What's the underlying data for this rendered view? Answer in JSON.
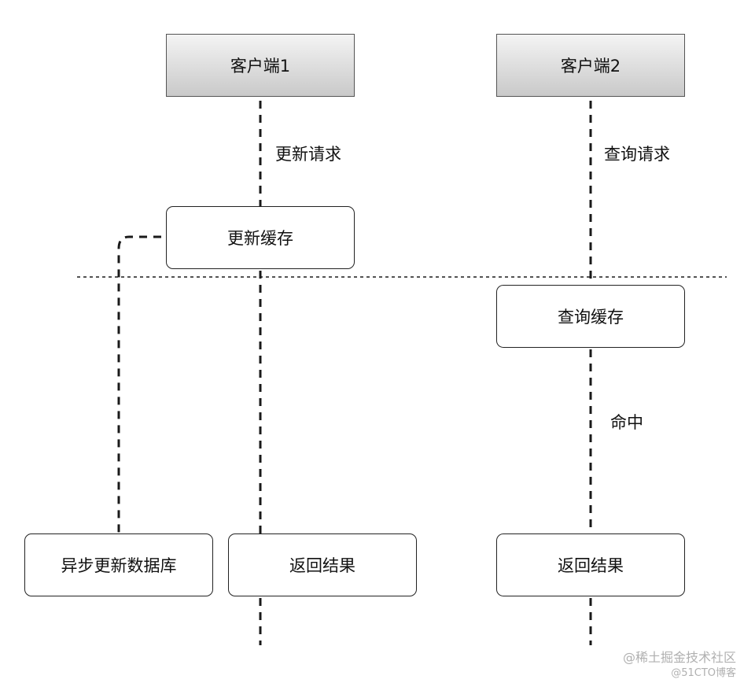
{
  "actors": {
    "client1": "客户端1",
    "client2": "客户端2"
  },
  "steps": {
    "update_cache": "更新缓存",
    "query_cache": "查询缓存",
    "async_update_db": "异步更新数据库",
    "return_result_1": "返回结果",
    "return_result_2": "返回结果"
  },
  "messages": {
    "update_request": "更新请求",
    "query_request": "查询请求",
    "hit": "命中"
  },
  "watermarks": {
    "juejin": "@稀土掘金技术社区",
    "cto": "@51CTO博客"
  },
  "colors": {
    "line": "#1a1a1a",
    "header_top": "#f4f4f4",
    "header_bottom": "#c9c9c9",
    "watermark": "#b0b0b0"
  }
}
